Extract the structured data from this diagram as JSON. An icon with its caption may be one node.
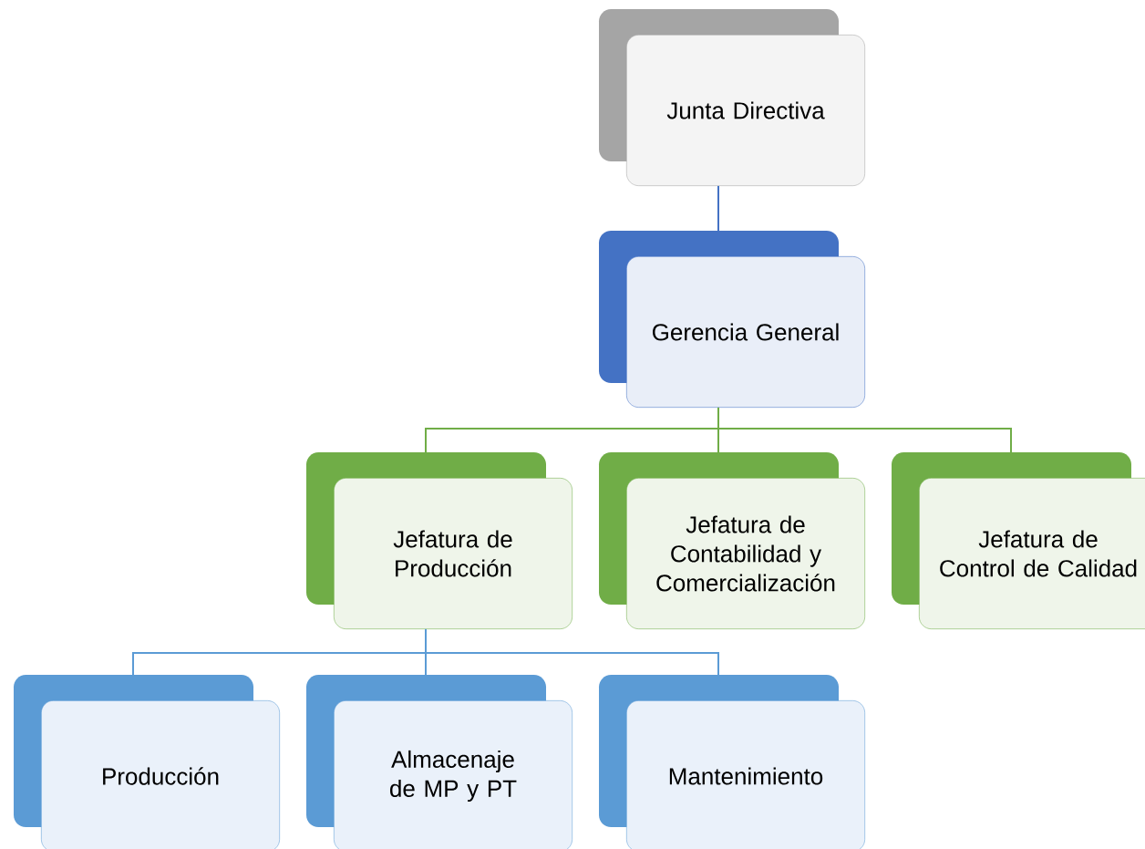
{
  "diagram": {
    "nodes": [
      {
        "text": [
          "Junta Directiva"
        ]
      },
      {
        "text": [
          "Gerencia General"
        ]
      },
      {
        "text": [
          "Jefatura de Producción"
        ]
      },
      {
        "text": [
          "Jefatura de Contabilidad y Comercialización"
        ]
      },
      {
        "text": [
          "Jefatura de Control de Calidad"
        ]
      },
      {
        "text": [
          "Producción"
        ]
      },
      {
        "text": [
          "Almacenaje de MP y PT"
        ]
      },
      {
        "text": [
          "Mantenimiento"
        ]
      }
    ],
    "edges": [
      {
        "from": 0,
        "to": 1,
        "arrow": "none",
        "color": "#4472c4"
      },
      {
        "from": 1,
        "to": 2,
        "arrow": "none",
        "color": "#70ad47"
      },
      {
        "from": 1,
        "to": 3,
        "arrow": "none",
        "color": "#70ad47"
      },
      {
        "from": 1,
        "to": 4,
        "arrow": "none",
        "color": "#70ad47"
      },
      {
        "from": 2,
        "to": 5,
        "arrow": "none",
        "color": "#5b9bd5"
      },
      {
        "from": 2,
        "to": 6,
        "arrow": "none",
        "color": "#5b9bd5"
      },
      {
        "from": 2,
        "to": 7,
        "arrow": "none",
        "color": "#5b9bd5"
      }
    ]
  }
}
